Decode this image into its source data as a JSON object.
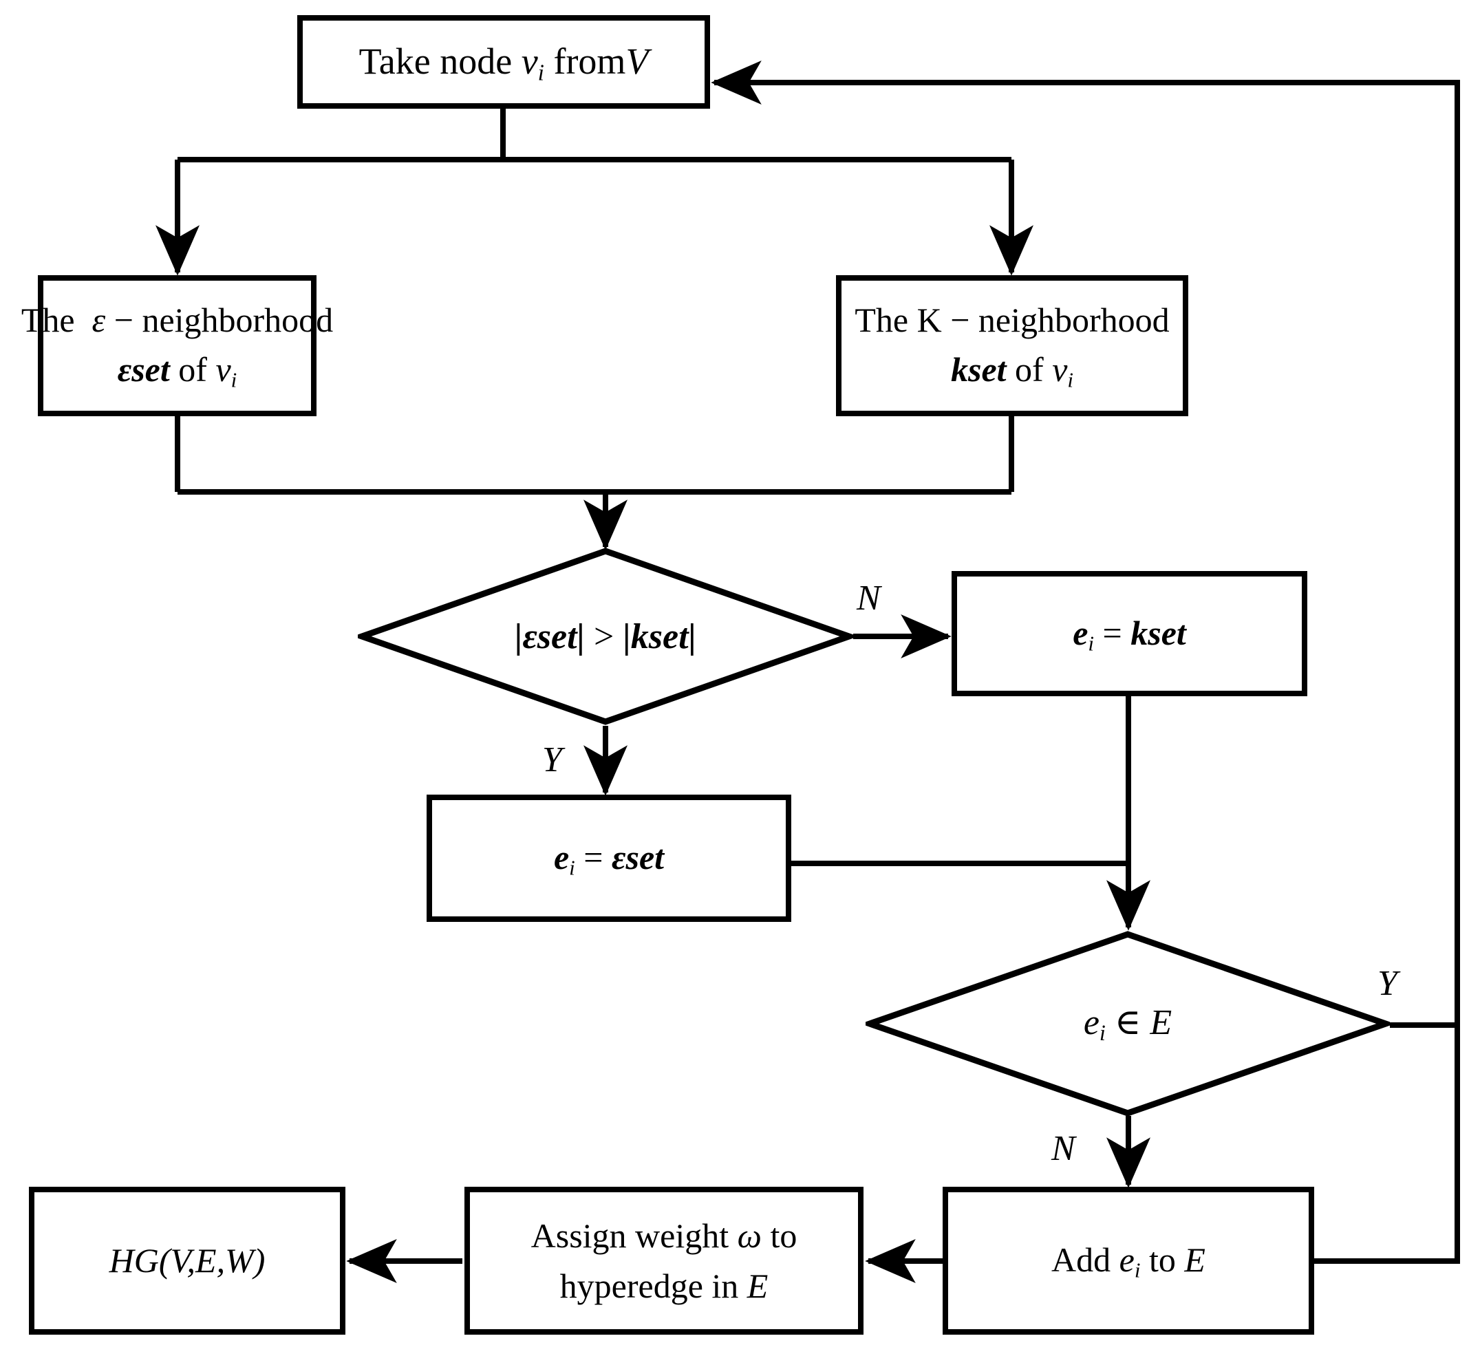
{
  "diagram": {
    "title": "Hypergraph construction flowchart",
    "stroke_color": "#000000",
    "background_color": "#ffffff",
    "nodes": {
      "take_node": {
        "kind": "process",
        "line1": "Take node vᵢ from V",
        "text_plain": "Take node v_i from V"
      },
      "eps_neighborhood": {
        "kind": "process",
        "line1": "The ε − neighborhood",
        "line2": "εset of vᵢ",
        "text_plain": "The ε-neighborhood εset of v_i"
      },
      "k_neighborhood": {
        "kind": "process",
        "line1": "The K − neighborhood",
        "line2": "kset of vᵢ",
        "text_plain": "The K-neighborhood kset of v_i"
      },
      "compare_sizes": {
        "kind": "decision",
        "line1": "|εset| > |kset|",
        "text_plain": "|εset| > |kset|"
      },
      "ei_kset": {
        "kind": "process",
        "line1": "eᵢ = kset",
        "text_plain": "e_i = kset"
      },
      "ei_epsset": {
        "kind": "process",
        "line1": "eᵢ = εset",
        "text_plain": "e_i = εset"
      },
      "ei_in_E": {
        "kind": "decision",
        "line1": "eᵢ ∈ E",
        "text_plain": "e_i ∈ E"
      },
      "add_ei": {
        "kind": "process",
        "line1": "Add eᵢ to E",
        "text_plain": "Add e_i to E"
      },
      "assign_weight": {
        "kind": "process",
        "line1": "Assign weight ω to",
        "line2": "hyperedge in E",
        "text_plain": "Assign weight ω to hyperedge in E"
      },
      "hypergraph": {
        "kind": "process",
        "line1": "HG(V,E,W)",
        "text_plain": "HG(V,E,W)"
      }
    },
    "edge_labels": {
      "compare_no": "N",
      "compare_yes": "Y",
      "in_e_yes": "Y",
      "in_e_no": "N"
    }
  }
}
